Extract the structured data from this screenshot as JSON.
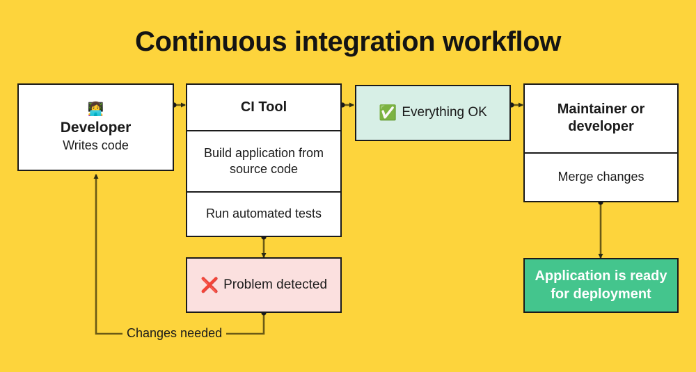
{
  "page": {
    "title": "Continuous integration workflow",
    "background_color": "#FDD43C",
    "border_color": "#1a1a1a"
  },
  "nodes": {
    "developer": {
      "emoji": "👩‍💻",
      "emoji_name": "person-at-laptop-emoji",
      "name": "Developer",
      "subtitle": "Writes code"
    },
    "ci_tool": {
      "title": "CI Tool",
      "steps": [
        "Build application from source code",
        "Run automated tests"
      ]
    },
    "everything_ok": {
      "glyph": "✅",
      "glyph_name": "check-mark-button-emoji",
      "label": "Everything OK",
      "background_color": "#D7EFE6"
    },
    "problem_detected": {
      "glyph": "❌",
      "glyph_name": "cross-mark-emoji",
      "label": "Problem detected",
      "background_color": "#FBE0DF"
    },
    "maintainer": {
      "title": "Maintainer or developer",
      "action": "Merge changes"
    },
    "deployment_ready": {
      "label": "Application is ready for deployment",
      "background_color": "#44C58D",
      "text_color": "#FFFFFF"
    }
  },
  "edges": {
    "changes_needed_label": "Changes needed"
  }
}
